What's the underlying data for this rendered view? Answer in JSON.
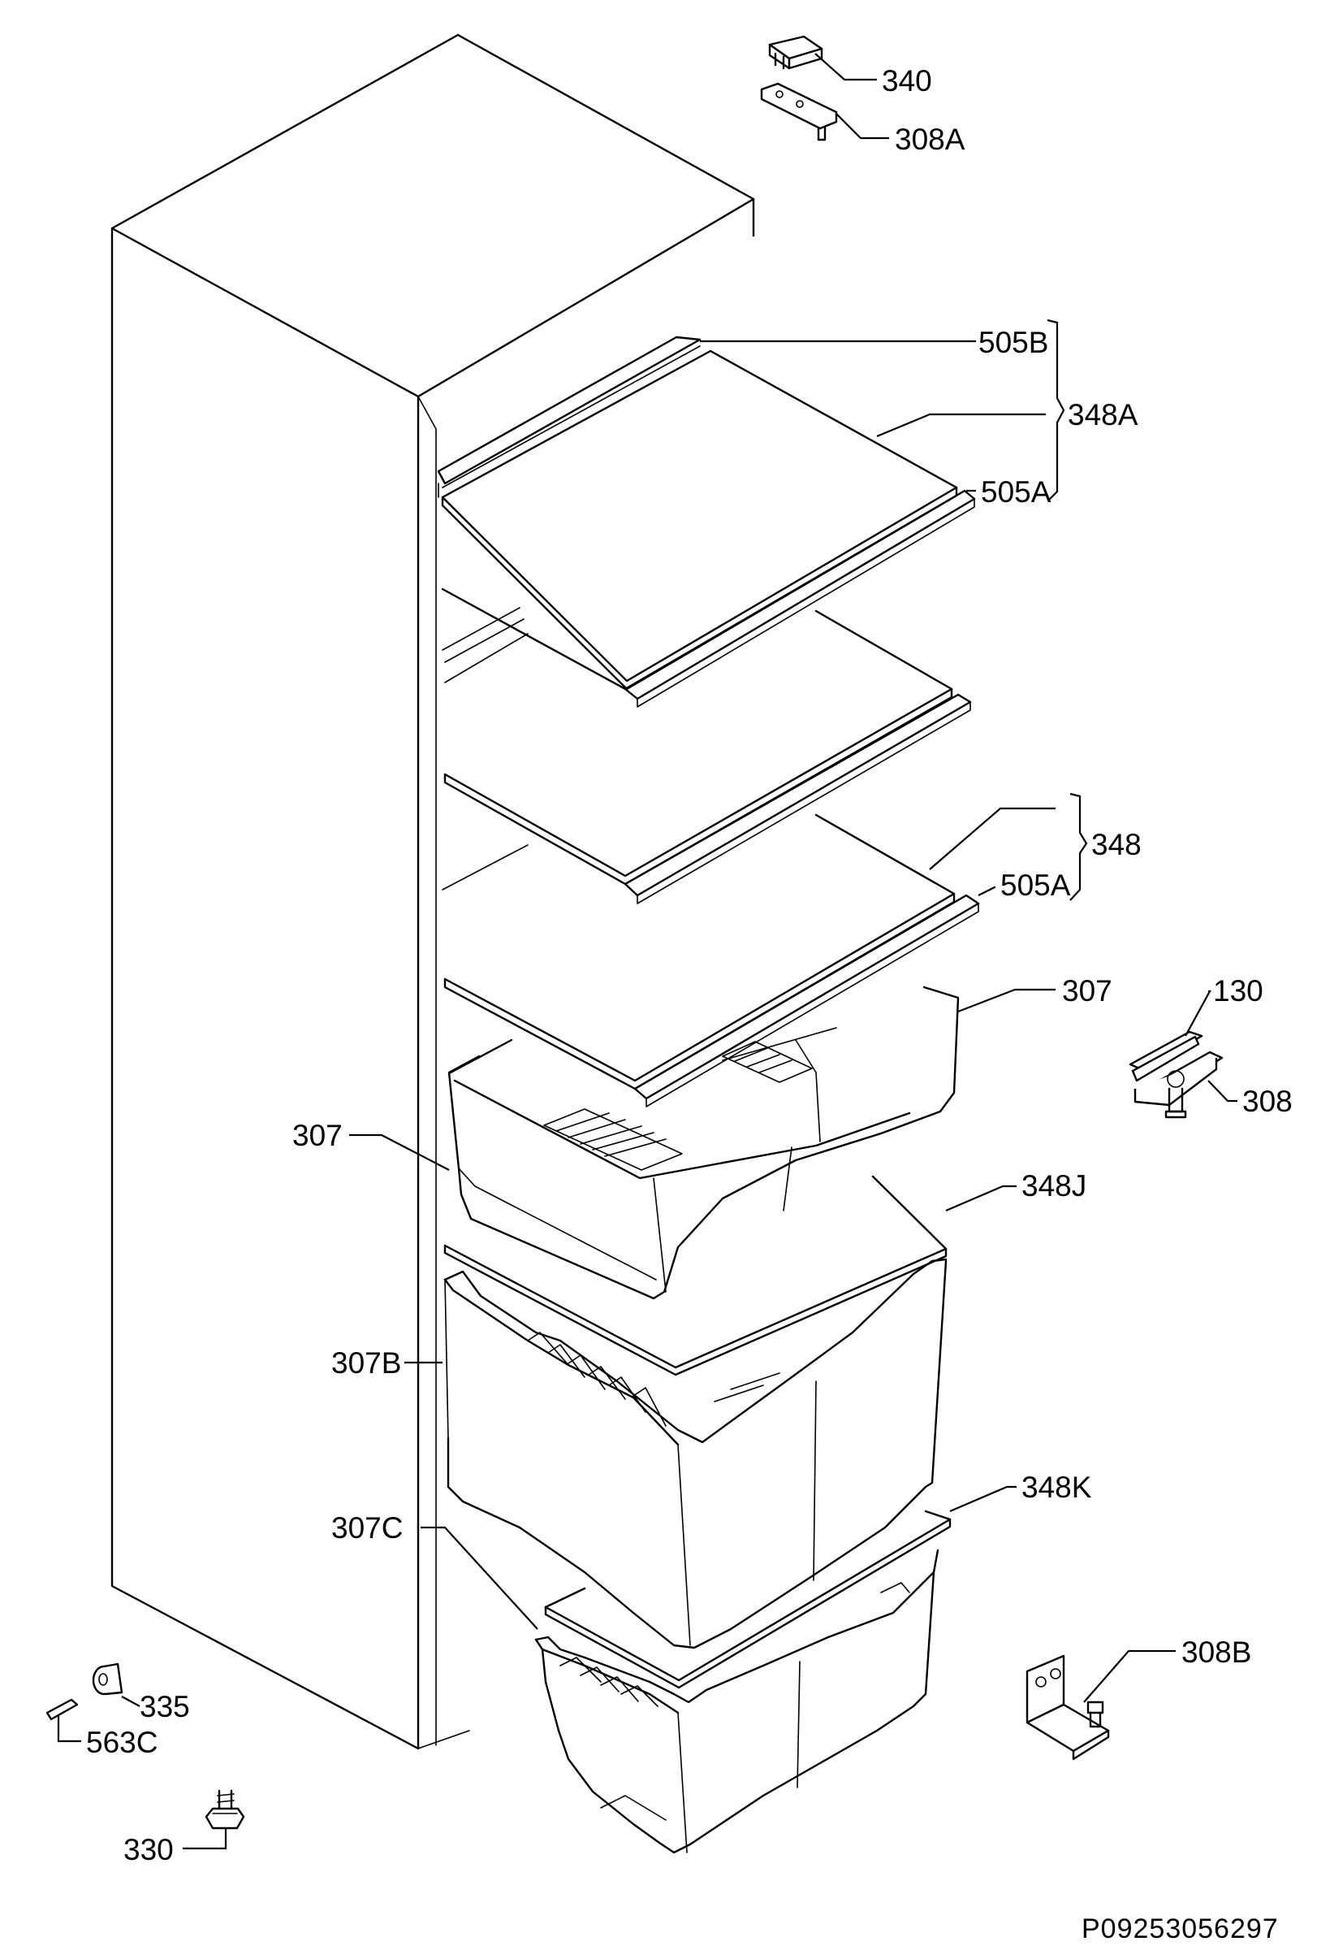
{
  "labels": {
    "p340": "340",
    "p308a": "308A",
    "p505b": "505B",
    "p348a": "348A",
    "p505a_top": "505A",
    "p348": "348",
    "p505a_mid": "505A",
    "p307_right": "307",
    "p130": "130",
    "p308": "308",
    "p307_left": "307",
    "p348j": "348J",
    "p307b": "307B",
    "p348k": "348K",
    "p307c": "307C",
    "p308b": "308B",
    "p335": "335",
    "p563c": "563C",
    "p330": "330"
  },
  "drawing_code": "P09253056297"
}
